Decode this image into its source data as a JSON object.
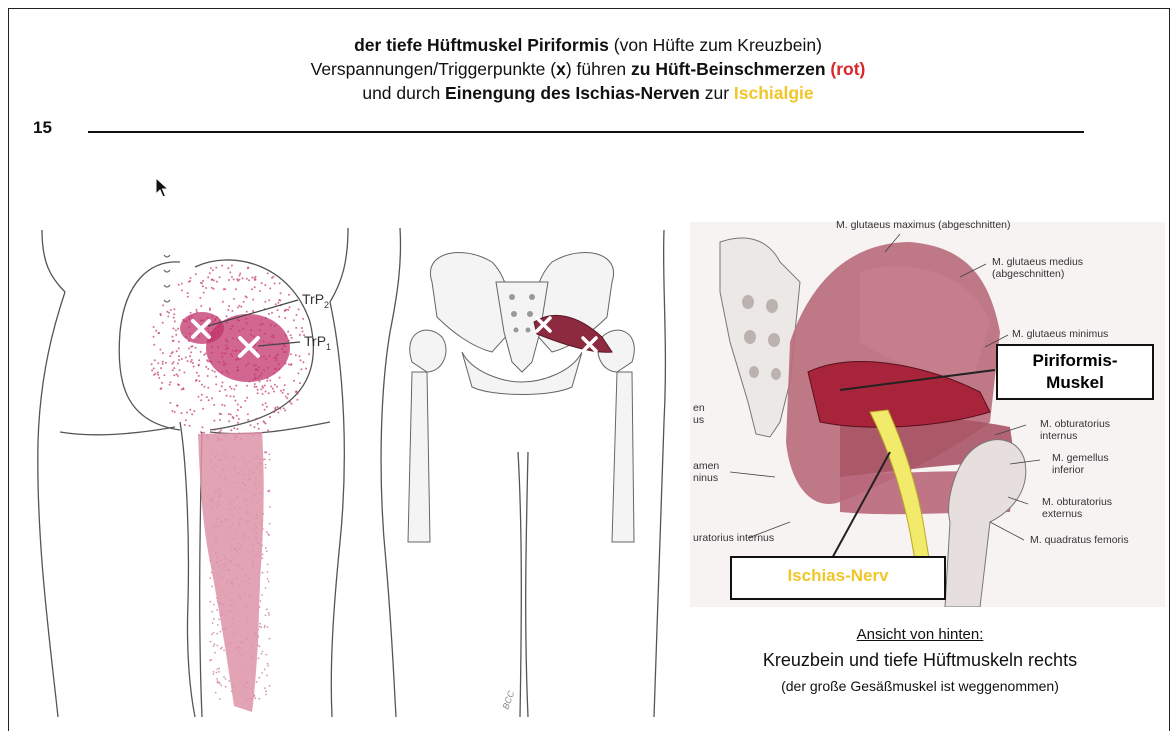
{
  "header": {
    "line1_bold": "der tiefe Hüftmuskel Piriformis",
    "line1_rest": " (von Hüfte zum Kreuzbein)",
    "line2_a": "Verspannungen/Triggerpunkte (",
    "line2_x": "x",
    "line2_b": ") führen ",
    "line2_zu": "zu",
    "line2_space": " ",
    "line2_bold": "Hüft-Beinschmerzen",
    "line2_red": " (rot)",
    "line3_a": "und durch ",
    "line3_bold": "Einengung des Ischias-Nerven",
    "line3_b": " zur ",
    "line3_yellow": "Ischialgie"
  },
  "slide_number": "15",
  "left_figure": {
    "trp2": "TrP",
    "trp2_sub": "2",
    "trp1": "TrP",
    "trp1_sub": "1",
    "marker": "×",
    "signature": "BCC"
  },
  "anatomy": {
    "labels": {
      "glut_max": "M. glutaeus maximus (abgeschnitten)",
      "glut_med_1": "M. glutaeus medius",
      "glut_med_2": "(abgeschnitten)",
      "glut_min": "M. glutaeus minimus",
      "obt_int_1": "M. obturatorius",
      "obt_int_2": "internus",
      "gem_1": "M. gemellus",
      "gem_2": "inferior",
      "obt_ext_1": "M. obturatorius",
      "obt_ext_2": "externus",
      "quad": "M. quadratus femoris",
      "left_1a": "en",
      "left_1b": "us",
      "left_2a": "amen",
      "left_2b": "ninus",
      "left_3": "uratorius internus"
    },
    "piriformis_1": "Piriformis-",
    "piriformis_2": "Muskel",
    "ischias": "Ischias-Nerv"
  },
  "caption": {
    "line1": "Ansicht von hinten:",
    "line2": "Kreuzbein und tiefe Hüftmuskeln rechts",
    "line3": "(der große Gesäßmuskel ist weggenommen)"
  },
  "colors": {
    "pain_red": "#d8262b",
    "sciatica_yellow": "#f0c62a",
    "trigger_magenta": "#c2336b",
    "referral_pink": "#dd93a8",
    "muscle_red": "#a8243a"
  }
}
